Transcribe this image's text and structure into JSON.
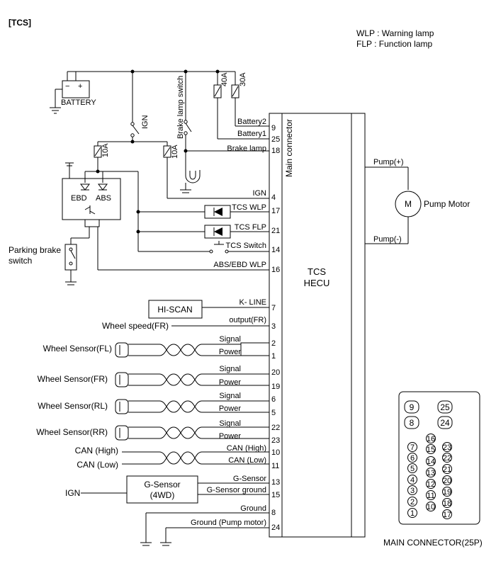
{
  "title": "[TCS]",
  "legend": {
    "line1": "WLP : Warning lamp",
    "line2": "FLP : Function lamp"
  },
  "top": {
    "battery": "BATTERY",
    "ign": "IGN",
    "brake_switch": "Brake lamp switch",
    "fuse_40": "40A",
    "fuse_30": "30A",
    "fuse_10a": "10A",
    "fuse_10b": "10A",
    "ebd": "EBD",
    "abs": "ABS",
    "parking_brake_1": "Parking brake",
    "parking_brake_2": "switch"
  },
  "hecu": {
    "main_connector": "Main connector",
    "name1": "TCS",
    "name2": "HECU"
  },
  "pump": {
    "pump_plus": "Pump(+)",
    "pump_minus": "Pump(-)",
    "motor_symbol": "M",
    "motor_label": "Pump Motor"
  },
  "pins": [
    {
      "num": "9",
      "label": "Battery2"
    },
    {
      "num": "25",
      "label": "Battery1"
    },
    {
      "num": "18",
      "label": "Brake lamp"
    },
    {
      "num": "4",
      "label": "IGN"
    },
    {
      "num": "17",
      "label": "TCS WLP"
    },
    {
      "num": "21",
      "label": "TCS FLP"
    },
    {
      "num": "14",
      "label": "TCS Switch"
    },
    {
      "num": "16",
      "label": "ABS/EBD WLP"
    },
    {
      "num": "7",
      "label": "K- LINE"
    },
    {
      "num": "3",
      "label": "output(FR)"
    },
    {
      "num": "2",
      "label": "Signal"
    },
    {
      "num": "1",
      "label": "Power"
    },
    {
      "num": "20",
      "label": "Signal"
    },
    {
      "num": "19",
      "label": "Power"
    },
    {
      "num": "6",
      "label": "Signal"
    },
    {
      "num": "5",
      "label": "Power"
    },
    {
      "num": "22",
      "label": "Signal"
    },
    {
      "num": "23",
      "label": "Power"
    },
    {
      "num": "10",
      "label": "CAN (High)"
    },
    {
      "num": "11",
      "label": "CAN (Low)"
    },
    {
      "num": "13",
      "label": "G-Sensor"
    },
    {
      "num": "15",
      "label": "G-Sensor ground"
    },
    {
      "num": "8",
      "label": "Ground"
    },
    {
      "num": "24",
      "label": "Ground (Pump motor)"
    }
  ],
  "left": {
    "hiscan": "HI-SCAN",
    "wheel_speed": "Wheel speed(FR)",
    "ws_fl": "Wheel Sensor(FL)",
    "ws_fr": "Wheel Sensor(FR)",
    "ws_rl": "Wheel Sensor(RL)",
    "ws_rr": "Wheel Sensor(RR)",
    "can_high": "CAN (High)",
    "can_low": "CAN (Low)",
    "gsensor_1": "G-Sensor",
    "gsensor_2": "(4WD)",
    "ign": "IGN"
  },
  "connector": {
    "caption": "MAIN CONNECTOR(25P)",
    "pins": [
      "9",
      "25",
      "8",
      "24",
      "16",
      "7",
      "15",
      "23",
      "6",
      "14",
      "22",
      "5",
      "13",
      "21",
      "4",
      "12",
      "20",
      "3",
      "11",
      "19",
      "2",
      "10",
      "18",
      "1",
      "17"
    ]
  }
}
